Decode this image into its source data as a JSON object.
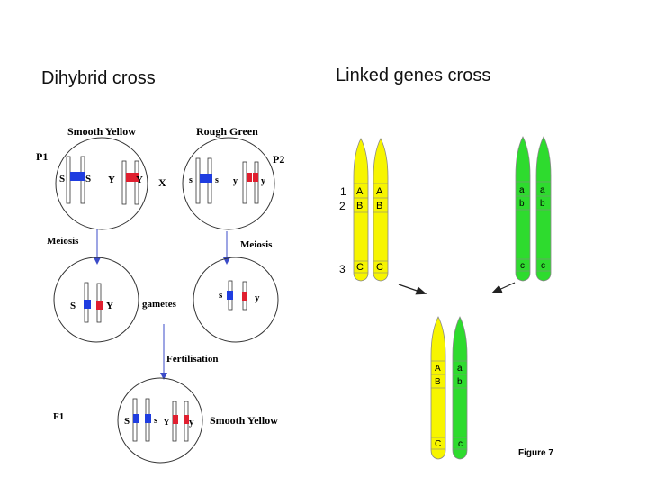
{
  "headings": {
    "left": "Dihybrid cross",
    "right": "Linked genes cross"
  },
  "dihybrid": {
    "parent1_title": "Smooth Yellow",
    "parent2_title": "Rough Green",
    "p1_label": "P1",
    "p2_label": "P2",
    "cross_symbol": "X",
    "p1_alleles": [
      "S",
      "S",
      "Y",
      "Y"
    ],
    "p2_alleles": [
      "s",
      "s",
      "y",
      "y"
    ],
    "meiosis_left": "Meiosis",
    "meiosis_right": "Meiosis",
    "gamete_left_alleles": [
      "S",
      "Y"
    ],
    "gamete_right_alleles": [
      "s",
      "y"
    ],
    "gametes_label": "gametes",
    "fertilisation_label": "Fertilisation",
    "f1_label": "F1",
    "f1_alleles": [
      "S",
      "s",
      "Y",
      "y"
    ],
    "f1_phenotype": "Smooth Yellow"
  },
  "linked": {
    "row_numbers": [
      "1",
      "2",
      "3"
    ],
    "yellow_parent_genes": [
      "A",
      "B",
      "C"
    ],
    "green_parent_genes": [
      "a",
      "b",
      "c"
    ],
    "offspring_yellow_genes": [
      "A",
      "B",
      "C"
    ],
    "offspring_green_genes": [
      "a",
      "b",
      "c"
    ],
    "figure_caption": "Figure 7",
    "colors": {
      "yellow": "#f7f500",
      "green": "#2edb2e"
    }
  },
  "colors": {
    "dominant_band": "#1f3de0",
    "recessive_band": "#e01f2f",
    "arrow": "#3b4bc8"
  }
}
